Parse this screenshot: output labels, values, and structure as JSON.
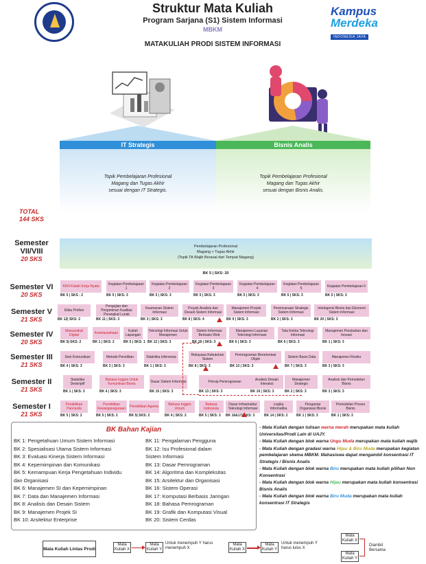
{
  "header": {
    "title": "Struktur Mata Kuliah",
    "subtitle": "Program Sarjana (S1) Sistem Informasi",
    "mbkm": "MBKM",
    "heading": "MATAKULIAH PRODI SISTEM INFORMASI",
    "km_logo": {
      "line1": "Kampus",
      "line2": "Merdeka",
      "tag": "INDONESIA JAYA"
    }
  },
  "concentrations": {
    "left": {
      "name": "IT Strategis",
      "text": [
        "Topik Pembelajaran Profesional",
        "Magang dan Tugas Akhir",
        "sesuai dengan  IT Strategis."
      ]
    },
    "right": {
      "name": "Bisnis Analis",
      "text": [
        "Topik Pembelajaran Profesional",
        "Magang dan Tugas Akhir",
        "sesuai dengan  Bisnis Analis."
      ]
    }
  },
  "total": {
    "label": "TOTAL",
    "sks": "144 SKS"
  },
  "semesters": [
    {
      "name": "Semester",
      "name2": "VII/VIII",
      "sks": "20 SKS"
    },
    {
      "name": "Semester VI",
      "sks": "20 SKS"
    },
    {
      "name": "Semester V",
      "sks": "21 SKS"
    },
    {
      "name": "Semester IV",
      "sks": "20 SKS"
    },
    {
      "name": "Semester III",
      "sks": "21 SKS"
    },
    {
      "name": "Semester II",
      "sks": "21 SKS"
    },
    {
      "name": "Semester I",
      "sks": "21 SKS"
    }
  ],
  "sem78": {
    "l1": "Pembelajaran Profesional",
    "l2": "Magang + Tugas Akhir",
    "l3": "(Topik TA Wajib Berasal dari Tempat Magang)",
    "bk": "BK 5 | SKS: 20"
  },
  "sem6": [
    {
      "name": "KKN Kuliah Kerja Nyata",
      "bk": "BK 5 | SKS : 2"
    },
    {
      "name": "Kegiatan Pembelajaran 1",
      "bk": "BK 5 | SKS: 3"
    },
    {
      "name": "Kegiatan Pembelajaran 2",
      "bk": "BK 5 | SKS: 3"
    },
    {
      "name": "Kegiatan Pembelajaran 3",
      "bk": "BK 5 | SKS: 3"
    },
    {
      "name": "Kegiatan Pembelajaran 4",
      "bk": "BK 5 | SKS: 3"
    },
    {
      "name": "Kegiatan Pembelajaran 5",
      "bk": "BK 5 | SKS: 3"
    },
    {
      "name": "Kegiatan Pembelajaran 6",
      "bk": "BK 5 | SKS: 3"
    }
  ],
  "sem5": [
    {
      "name": "Etika Profesi",
      "bk": "BK 12| SKS: 2"
    },
    {
      "name": "Pengujian dan Penjaminan Kualitas Perangkat Lunak",
      "bk": "BK 11 | SKS: 3"
    },
    {
      "name": "Keamanan Sistem Informasi",
      "bk": "BK 3 | SKS: 3"
    },
    {
      "name": "Proyek Analisis dan Desain Sistem Informasi",
      "bk": "BK 8 | SKS: 4"
    },
    {
      "name": "Manajemen Proyek Sistem Informasi",
      "bk": "BK 9 | SKS: 3"
    },
    {
      "name": "Perencanaan Strategis Sistem Informasi",
      "bk": "BK 2 | SKS: 3"
    },
    {
      "name": "Intelegensi Bisnis dan Ekonomi Sistem Informasi",
      "bk": "BK 20 | SKS: 3"
    }
  ],
  "sem4": [
    {
      "name": "Masyarakat Digital",
      "bk": "BK 5| SKS: 2"
    },
    {
      "name": "Kewirausahaan",
      "bk": "BK 1 | SKS: 2"
    },
    {
      "name": "Kuliah Lapangan",
      "bk": "BK 5 | SKS: 1"
    },
    {
      "name": "Teknologi Informasi Untuk Manajemen",
      "bk": "BK 12 | SKS: 3"
    },
    {
      "name": "Sistem Informasi Berbasis Web",
      "bk": "BK 18 | SKS: 3"
    },
    {
      "name": "Manajemen Layanan Teknologi Informasi",
      "bk": "BK 6 | SKS: 3"
    },
    {
      "name": "Tata Kelola Teknologi Informasi",
      "bk": "BK 6 | SKS: 3"
    },
    {
      "name": "Manajemen Perubahan dan Inovasi",
      "bk": "BK 1 | SKS: 3"
    }
  ],
  "sem3": [
    {
      "name": "Seni Komunikasi",
      "bk": "BK 4 | SKS: 3"
    },
    {
      "name": "Metode Penelitian",
      "bk": "BK 2 | SKS: 3"
    },
    {
      "name": "Statistika Inferensia",
      "bk": "BK 1 | SKS: 3"
    },
    {
      "name": "Rekayasa Kebutuhan Sistem",
      "bk": "BK 8 | SKS: 3"
    },
    {
      "name": "Pemrograman Berorientasi Objek",
      "bk": "BK 13 | SKS: 3"
    },
    {
      "name": "Sistem Basis Data",
      "bk": "BK 7 | SKS: 3"
    },
    {
      "name": "Manajemen Resiko",
      "bk": "BK 3 | SKS: 3"
    }
  ],
  "sem2": [
    {
      "name": "Statistika Deskriptif",
      "bk": "BK 1 | SKS: 3"
    },
    {
      "name": "Bahasa Inggris Untuk Komunikasi Bisnis",
      "bk": "BK 4 | SKS: 3"
    },
    {
      "name": "Dasar Sistem Informasi",
      "bk": "BK 15 | SKS: 3"
    },
    {
      "name": "Prinsip Pemrograman",
      "bk": "BK 13 | SKS: 3"
    },
    {
      "name": "Analisis Desain Interaksi",
      "bk": "BK 19 | SKS: 3"
    },
    {
      "name": "Manajemen Strategis",
      "bk": "BK 2 | SKS: 3"
    },
    {
      "name": "Analisis dan Pemodelan Bisnis",
      "bk": "BK 3 | SKS: 3"
    }
  ],
  "sem1": [
    {
      "name": "Pendidikan Pancasila",
      "bk": "BK 5 | SKS: 2"
    },
    {
      "name": "Pendidikan Kewarganegaraan",
      "bk": "BK 5 | SKS: 2"
    },
    {
      "name": "Pendidikan Agama",
      "bk": "BK 5| SKS: 2"
    },
    {
      "name": "Bahasa Inggris Umum",
      "bk": "BK 4 | SKS: 2"
    },
    {
      "name": "Bahasa Indonesia",
      "bk": "BK 5 | SKS: 3"
    },
    {
      "name": "Dasar Infrastruktur Teknologi Informasi",
      "bk": "BK 16&17| SKS: 3"
    },
    {
      "name": "Logika Informatika",
      "bk": "BK 14 | SKS: 2"
    },
    {
      "name": "Pengantar Organisasi Bisnis",
      "bk": "BK 1 | SKS: 3"
    },
    {
      "name": "Pemodelan Proses Bisnis",
      "bk": "BK 1 | SKS: 3"
    }
  ],
  "bk_legend": {
    "title": "BK Bahan Kajian",
    "left": [
      "BK 1: Pengetahuan Umum Sistem Informasi",
      "BK 2: Spesialisasi Utama Sistem Informasi",
      "BK 3: Evaluasi Kinerja Sistem Informasi",
      "BK 4: Kepemimpinan dan Komunikasi",
      "BK 5: Kemampuan Kerja Pengetahuan Individu",
      "dan Organisasi",
      "BK 6: Manajemen SI dan Kepemimpinan",
      "BK 7: Data dan Manajemen Informasi",
      "BK 8: Analisis dan Desain Sistem",
      "BK 9: Manajemen Projek SI",
      "BK 10: Arsitektur Enterprise"
    ],
    "right": [
      "BK 11: Pengalaman Pengguna",
      "BK 12: Isu Profesional dalam",
      "Sistem Informasi",
      "BK 13: Dasar Pemrograman",
      "BK 14: Algoritma dan Kompleksitas",
      "BK 15: Arsitektur dan Organisasi",
      "BK 16: Sistem Operasi",
      "BK 17: Komputasi Berbasis Jaringan",
      "BK 18: Bahasa Pemrograman",
      "BK 19: Grafik dan Komputasi Visual",
      "BK 20: Sistem Cerdas"
    ]
  },
  "notes": [
    {
      "a": "- Mata Kuliah dengan tulisan ",
      "k": "warna merah",
      "c": "r",
      "b": " merupakan mata kuliah Universitas/Prodi Lain di UAJY."
    },
    {
      "a": "- Mata Kuliah dengan blok warna ",
      "k": "Ungu Muda",
      "c": "r",
      "b": " merupakan mata kuliah wajib"
    },
    {
      "a": "- Mata Kuliah dengan gradasi warna ",
      "k": "Hijau & Biru Muda",
      "c": "y",
      "b": " merupakan kegiatan pembelajaran skema MBKM. Mahasiswa dapat mengambil konsentrasi IT Strategis / Bisnis Analis"
    },
    {
      "a": "- Mata Kuliah dengan blok warna ",
      "k": "Biru",
      "c": "b",
      "b": " merupakan mata kuliah pilihan Non Konsentrasi"
    },
    {
      "a": "- Mata Kuliah dengan blok warna ",
      "k": "Hijau",
      "c": "g",
      "b": " merupakan mata kuliah konsentrasi Bisnis Analis"
    },
    {
      "a": "- Mata Kuliah dengan blok warna ",
      "k": "Biru Muda",
      "c": "b",
      "b": " merupakan mata kuliah konsentrasi IT Strategis"
    }
  ],
  "bottom_legend": {
    "lintas": "Mata Kuliah Lintas Prodi",
    "mkx": "Mata Kuliah X",
    "mky": "Mata Kuliah Y",
    "l1": "Untuk menempuh Y harus menempuh X",
    "l2": "Untuk menempuh Y harus lulus X",
    "l3": "Diambil Bersama"
  }
}
